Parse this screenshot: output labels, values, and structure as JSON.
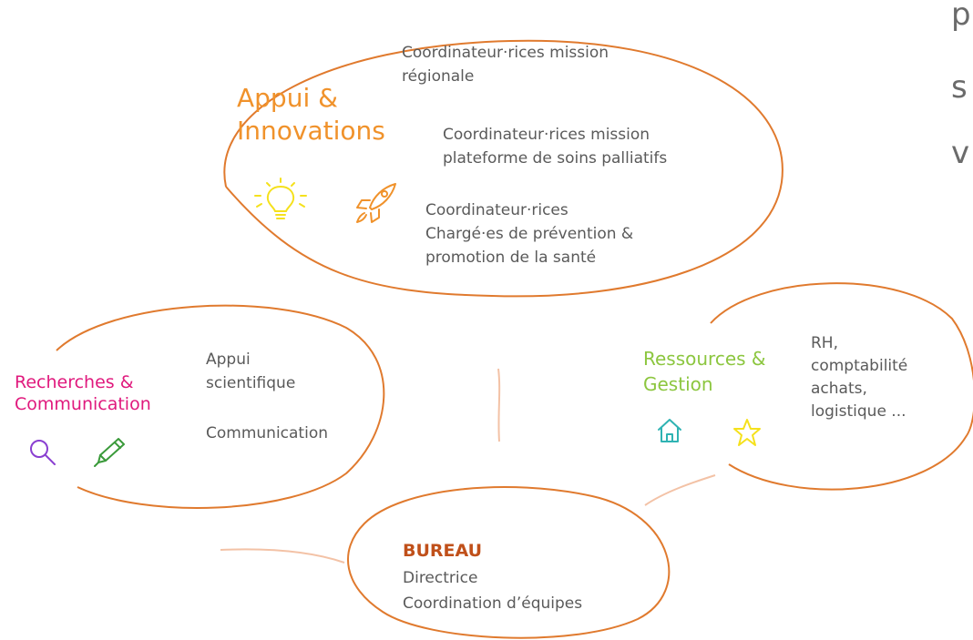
{
  "clusters": {
    "appui": {
      "title_line1": "Appui &",
      "title_line2": "Innovations",
      "color": "#f0922b",
      "items": [
        {
          "line1": "Coordinateur·rices mission",
          "line2": "régionale"
        },
        {
          "line1": "Coordinateur·rices mission",
          "line2": "plateforme de soins palliatifs"
        },
        {
          "line1": "Coordinateur·rices",
          "line2": "Chargé·es de prévention &",
          "line3": "promotion de la santé"
        }
      ],
      "icons": [
        "lightbulb-icon",
        "rocket-icon"
      ]
    },
    "recherches": {
      "title_line1": "Recherches &",
      "title_line2": "Communication",
      "color": "#e0197d",
      "items": [
        {
          "line1": "Appui",
          "line2": "scientifique"
        },
        {
          "line1": "Communication"
        }
      ],
      "icons": [
        "search-icon",
        "pen-icon"
      ]
    },
    "ressources": {
      "title_line1": "Ressources &",
      "title_line2": "Gestion",
      "color": "#8cc63f",
      "items": [
        {
          "line1": "RH,",
          "line2": "comptabilité",
          "line3": "achats,",
          "line4": "logistique ..."
        }
      ],
      "icons": [
        "home-icon",
        "star-icon"
      ]
    },
    "bureau": {
      "title": "BUREAU",
      "color": "#c0501a",
      "items": [
        "Directrice",
        "Coordination d’équipes"
      ]
    }
  },
  "side_letters": [
    "p",
    "s",
    "v"
  ],
  "colors": {
    "ellipse_stroke": "#e07a2e",
    "connector": "#f3c2a6",
    "side_text": "#6b6b6b"
  }
}
